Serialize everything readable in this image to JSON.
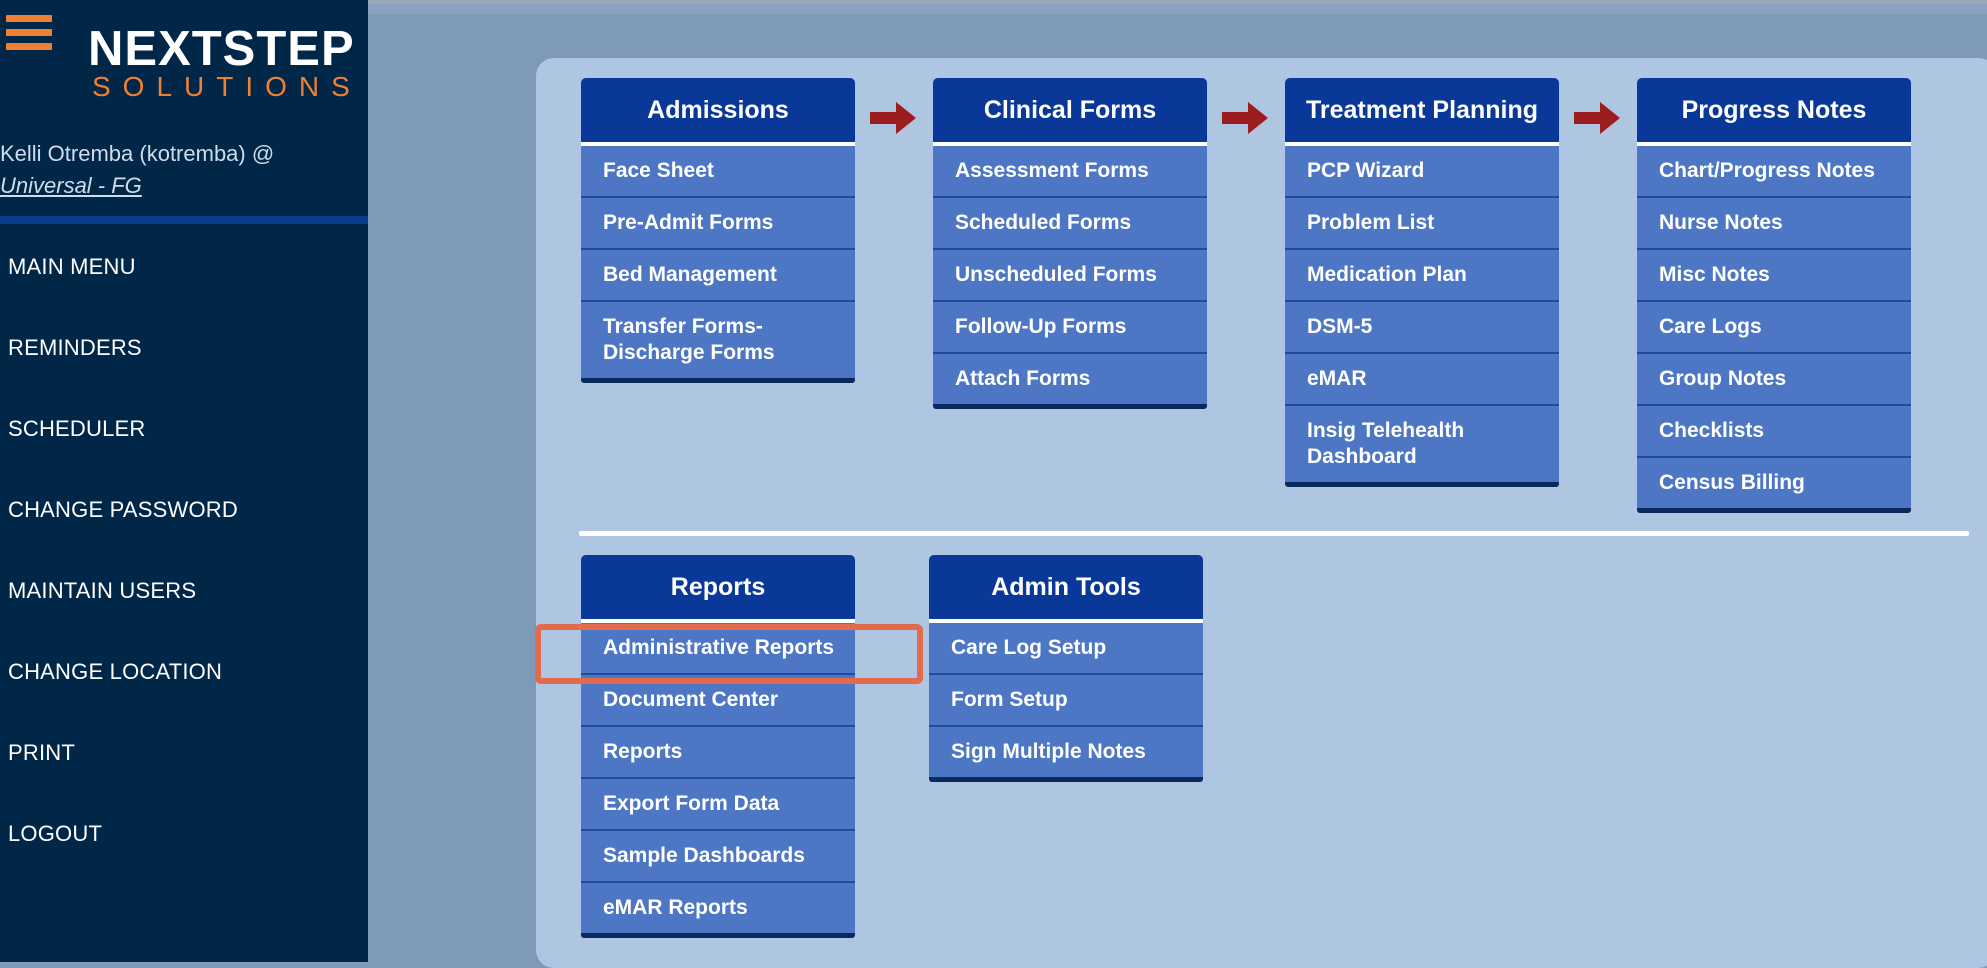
{
  "sidebar": {
    "logo_main": "NEXTSTEP",
    "logo_sub": "SOLUTIONS",
    "user": "Kelli Otremba (kotremba) @",
    "location": "Universal - FG",
    "menu": [
      {
        "label": "MAIN MENU"
      },
      {
        "label": "REMINDERS"
      },
      {
        "label": "SCHEDULER"
      },
      {
        "label": "CHANGE PASSWORD"
      },
      {
        "label": "MAINTAIN USERS"
      },
      {
        "label": "CHANGE LOCATION"
      },
      {
        "label": "PRINT"
      },
      {
        "label": "LOGOUT"
      }
    ]
  },
  "modules": {
    "admissions": {
      "title": "Admissions",
      "items": [
        "Face Sheet",
        "Pre-Admit Forms",
        "Bed Management",
        "Transfer Forms-Discharge Forms"
      ]
    },
    "clinical": {
      "title": "Clinical Forms",
      "items": [
        "Assessment Forms",
        "Scheduled Forms",
        "Unscheduled Forms",
        "Follow-Up Forms",
        "Attach Forms"
      ]
    },
    "treatment": {
      "title": "Treatment Planning",
      "items": [
        "PCP Wizard",
        "Problem List",
        "Medication Plan",
        "DSM-5",
        "eMAR",
        "Insig Telehealth Dashboard"
      ]
    },
    "progress": {
      "title": "Progress Notes",
      "items": [
        "Chart/Progress Notes",
        "Nurse Notes",
        "Misc Notes",
        "Care Logs",
        "Group Notes",
        "Checklists",
        "Census Billing"
      ]
    },
    "reports": {
      "title": "Reports",
      "items": [
        "Administrative Reports",
        "Document Center",
        "Reports",
        "Export Form Data",
        "Sample Dashboards",
        "eMAR Reports"
      ]
    },
    "admin": {
      "title": "Admin Tools",
      "items": [
        "Care Log Setup",
        "Form Setup",
        "Sign Multiple Notes"
      ]
    }
  },
  "colors": {
    "sidebar_bg": "#002648",
    "accent_orange": "#ef7f33",
    "box_header": "#0a3899",
    "box_item": "#4d77c4",
    "arrow": "#9b1d1d",
    "highlight": "#e26b4f"
  }
}
